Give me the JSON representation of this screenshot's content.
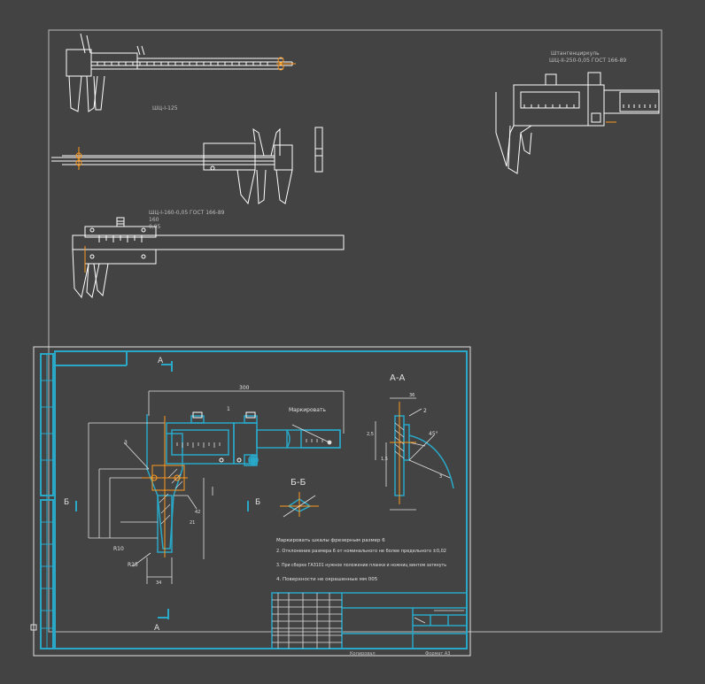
{
  "colors": {
    "background": "#434343",
    "sheet_border": "#b8b8b8",
    "drawing": "#ffffff",
    "frame": "#29a8c8",
    "axis": "#ff9a1f",
    "dimension": "#e0e0e0"
  },
  "views": {
    "top_left_label": "ШЦ-I-125",
    "middle_label_1": "ШЦ-I-160-0,05 ГОСТ 166-89",
    "middle_label_2": "160",
    "middle_label_3": "0,05",
    "top_right_label_1": "Штангенциркуль",
    "top_right_label_2": "ШЦ-II-250-0,05 ГОСТ 166-89"
  },
  "drawing": {
    "section_a_label": "А-А",
    "section_b_label": "Б-Б",
    "cut_a_top": "А",
    "cut_a_bottom": "А",
    "cut_b_left": "Б",
    "cut_b_right": "Б",
    "dim_overall": "300",
    "dim_36": "36",
    "dim_21": "21",
    "dim_42": "42",
    "dim_34": "34",
    "dim_R10": "R10",
    "dim_R25": "R25",
    "dim_angle": "45°",
    "dim_section_1": "36",
    "dim_section_2": "2,5",
    "dim_section_3": "1,5",
    "dim_section_4": "3",
    "callout_1": "1",
    "callout_2": "2",
    "callout_3": "3",
    "marking_label": "Маркировать",
    "notes": [
      "Маркировать шкалы фрезерным размер 6",
      "2. Отклонение размера 6 от номинального не более предельного ±0,02",
      "3. При сборке ГАЗ101 нужное положение планки и ножниц винтом затянуть",
      "4. Поверхности не окрашенные мм 005"
    ],
    "title_footer_1": "Копировал",
    "title_footer_2": "Формат А3"
  }
}
